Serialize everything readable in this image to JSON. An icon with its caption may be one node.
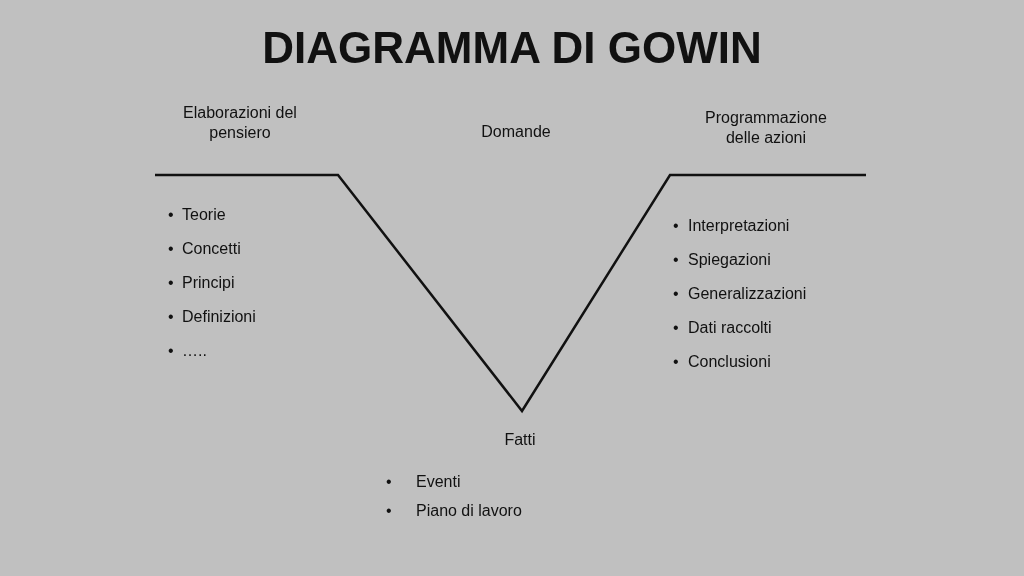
{
  "diagram": {
    "title": "DIAGRAMMA DI GOWIN",
    "labels": [
      "Elaborazioni del pensiero",
      "Domande",
      "Programmazione delle azioni",
      "•",
      "Teorie",
      "•",
      "Concetti",
      "•",
      "Principi",
      "•",
      "Definizioni",
      "•",
      "…..",
      "•",
      "Interpretazioni",
      "•",
      "Spiegazioni",
      "•",
      "Generalizzazioni",
      "•",
      "Dati raccolti",
      "•",
      "Conclusioni",
      "Fatti",
      "•",
      "Eventi",
      "•",
      "Piano di lavoro"
    ]
  }
}
